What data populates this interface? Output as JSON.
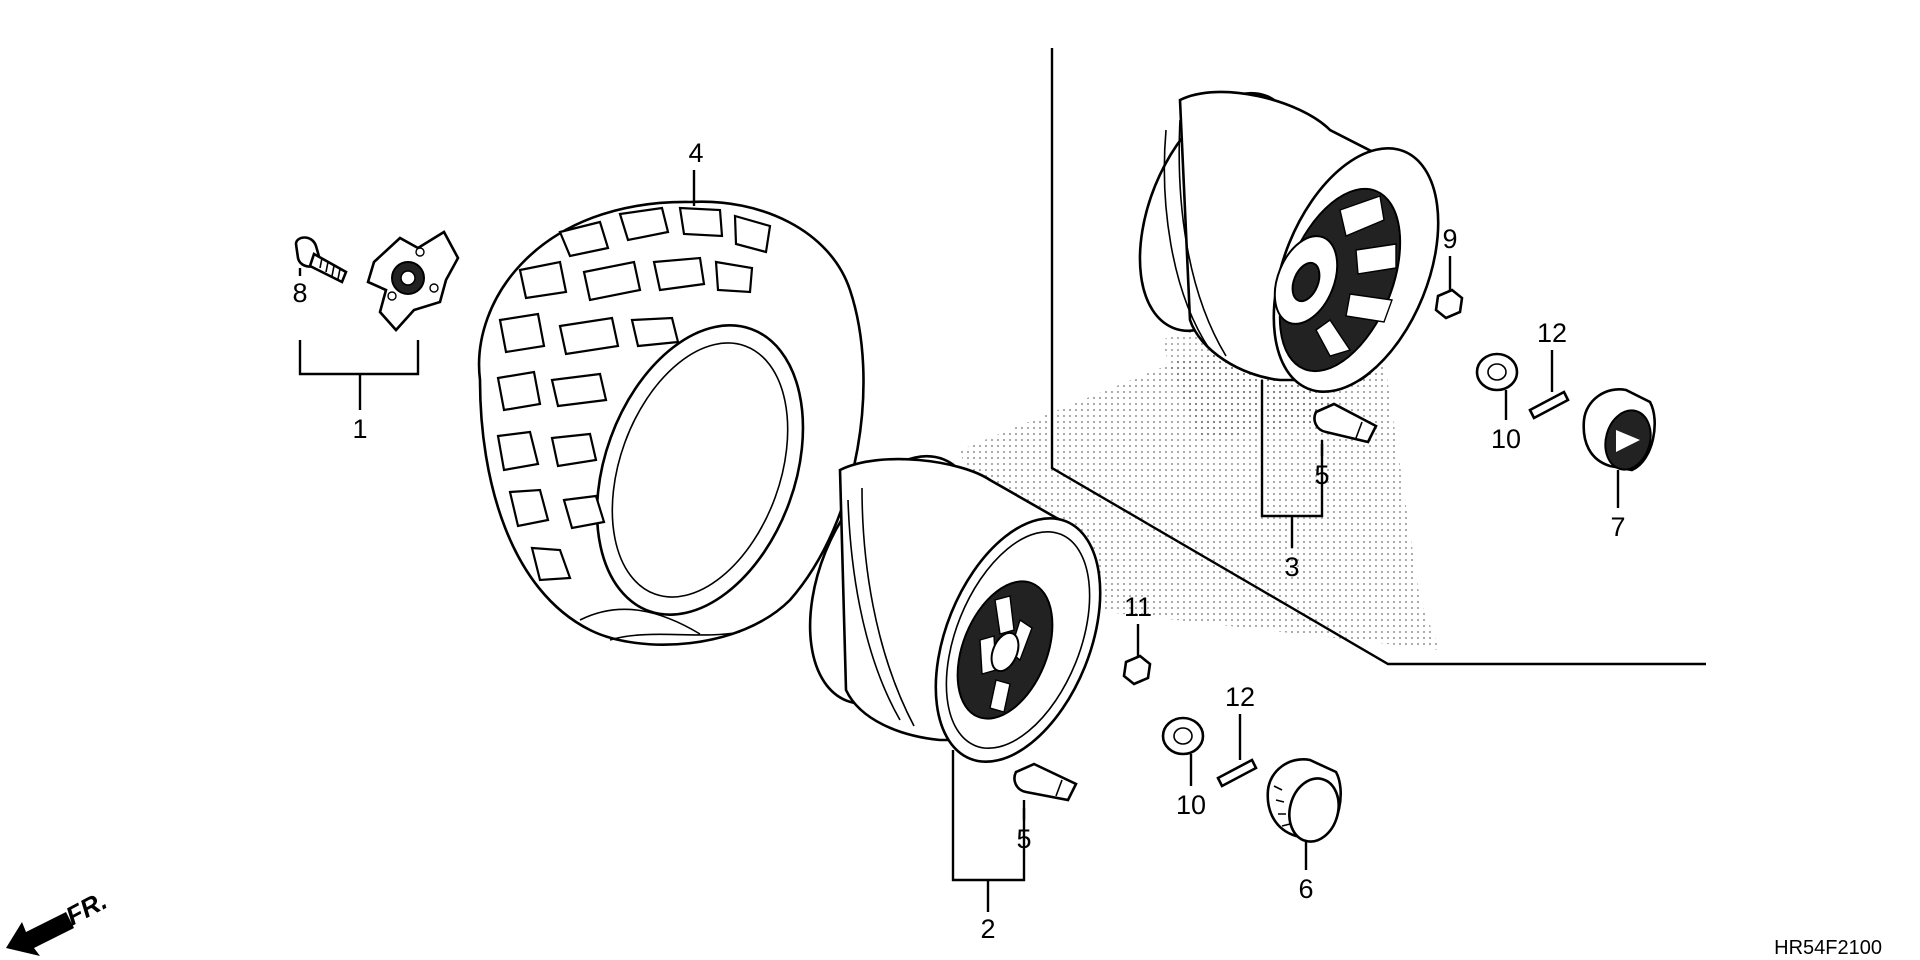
{
  "callouts": {
    "c1": "1",
    "c2": "2",
    "c3": "3",
    "c4": "4",
    "c5a": "5",
    "c5b": "5",
    "c6": "6",
    "c7": "7",
    "c8": "8",
    "c9": "9",
    "c10a": "10",
    "c10b": "10",
    "c11": "11",
    "c12a": "12",
    "c12b": "12"
  },
  "direction_label": "FR.",
  "diagram_code": "HR54F2100",
  "colors": {
    "ink": "#000000",
    "background": "#ffffff",
    "dots": "#555555"
  }
}
